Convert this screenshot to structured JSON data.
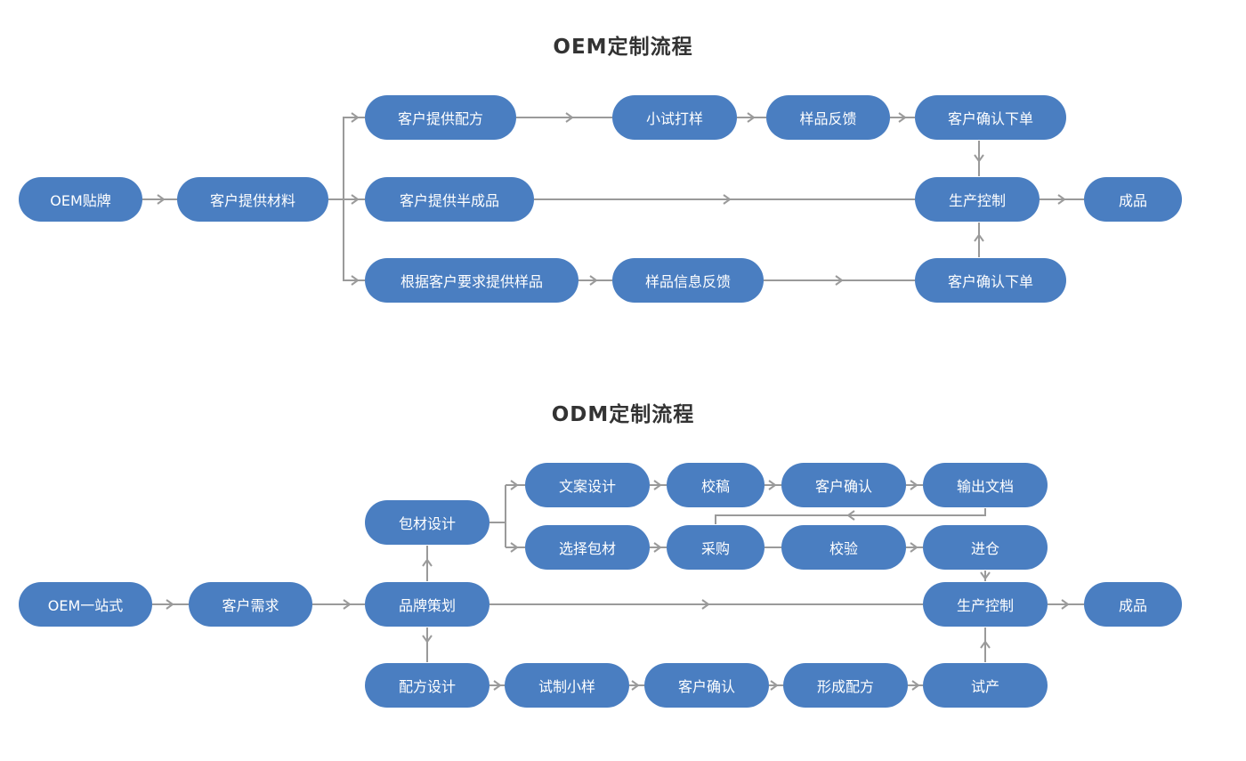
{
  "colors": {
    "node": "#4a7ec1",
    "line": "#9a9a9a",
    "title": "#333333"
  },
  "oem": {
    "title": "OEM定制流程",
    "nodes": [
      "OEM贴牌",
      "客户提供材料",
      "客户提供配方",
      "小试打样",
      "样品反馈",
      "客户确认下单",
      "客户提供半成品",
      "生产控制",
      "成品",
      "根据客户要求提供样品",
      "样品信息反馈",
      "客户确认下单"
    ]
  },
  "odm": {
    "title": "ODM定制流程",
    "nodes": [
      "OEM一站式",
      "客户需求",
      "品牌策划",
      "生产控制",
      "成品",
      "包材设计",
      "文案设计",
      "校稿",
      "客户确认",
      "输出文档",
      "选择包材",
      "采购",
      "校验",
      "进仓",
      "配方设计",
      "试制小样",
      "客户确认",
      "形成配方",
      "试产"
    ]
  }
}
